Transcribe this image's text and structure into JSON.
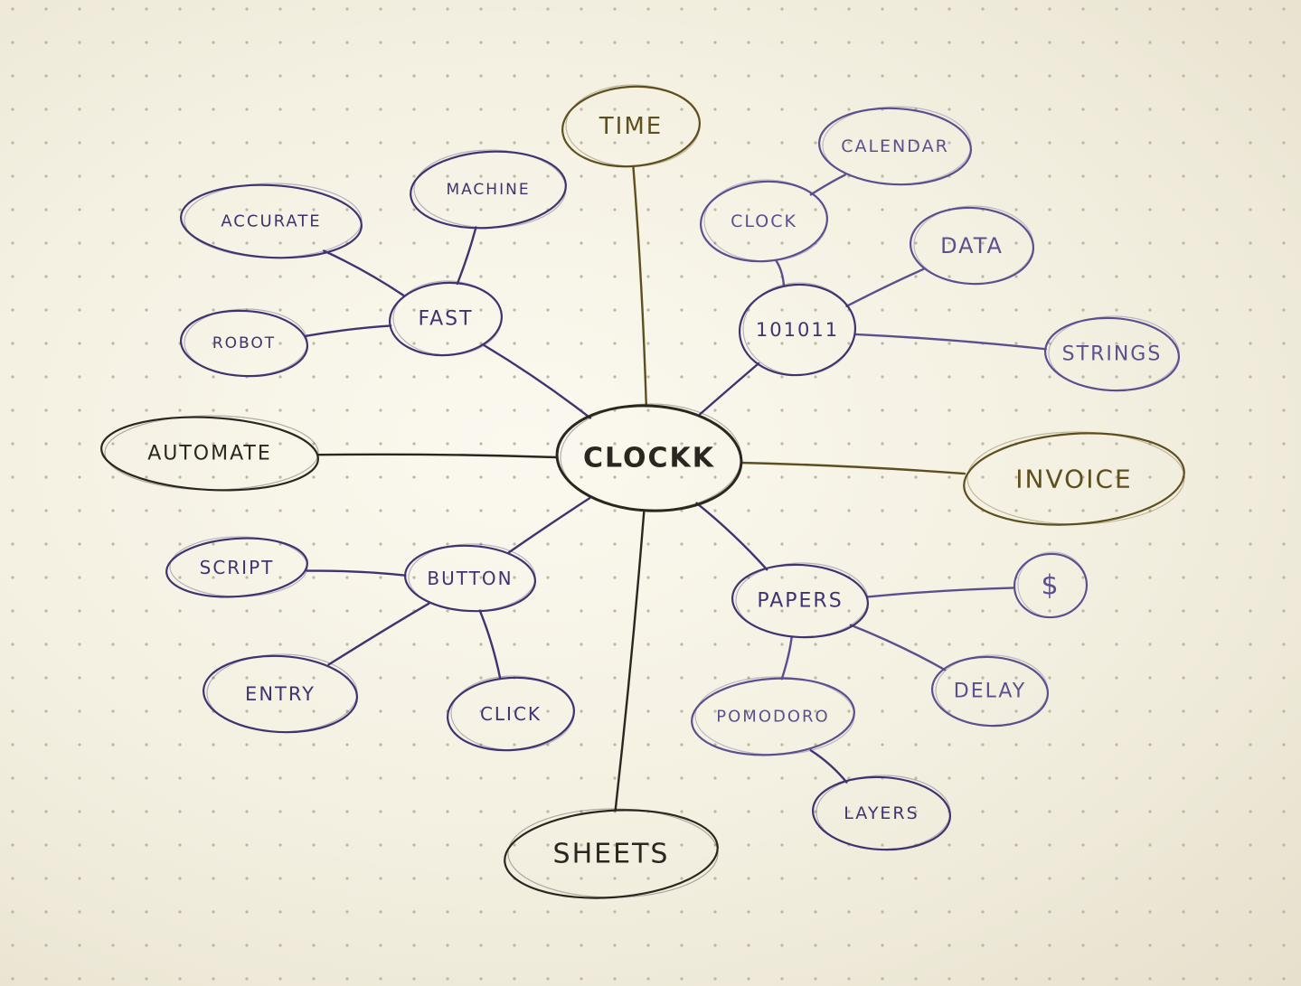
{
  "diagram": {
    "center": {
      "id": "clockk",
      "label": "CLOCKK"
    },
    "nodes": [
      {
        "id": "time",
        "label": "TIME"
      },
      {
        "id": "calendar",
        "label": "CALENDAR"
      },
      {
        "id": "clock",
        "label": "CLOCK"
      },
      {
        "id": "data",
        "label": "DATA"
      },
      {
        "id": "binary",
        "label": "101011"
      },
      {
        "id": "strings",
        "label": "STRINGS"
      },
      {
        "id": "invoice",
        "label": "INVOICE"
      },
      {
        "id": "papers",
        "label": "PAPERS"
      },
      {
        "id": "dollar",
        "label": "$"
      },
      {
        "id": "delay",
        "label": "DELAY"
      },
      {
        "id": "pomodoro",
        "label": "POMODORO"
      },
      {
        "id": "layers",
        "label": "LAYERS"
      },
      {
        "id": "sheets",
        "label": "SHEETS"
      },
      {
        "id": "button",
        "label": "BUTTON"
      },
      {
        "id": "script",
        "label": "SCRIPT"
      },
      {
        "id": "entry",
        "label": "ENTRY"
      },
      {
        "id": "click",
        "label": "CLICK"
      },
      {
        "id": "automate",
        "label": "AUTOMATE"
      },
      {
        "id": "fast",
        "label": "FAST"
      },
      {
        "id": "accurate",
        "label": "ACCURATE"
      },
      {
        "id": "machine",
        "label": "MACHINE"
      },
      {
        "id": "robot",
        "label": "ROBOT"
      }
    ],
    "edges": [
      [
        "clockk",
        "time"
      ],
      [
        "clockk",
        "binary"
      ],
      [
        "binary",
        "clock"
      ],
      [
        "clock",
        "calendar"
      ],
      [
        "binary",
        "data"
      ],
      [
        "binary",
        "strings"
      ],
      [
        "clockk",
        "invoice"
      ],
      [
        "clockk",
        "papers"
      ],
      [
        "papers",
        "dollar"
      ],
      [
        "papers",
        "delay"
      ],
      [
        "papers",
        "pomodoro"
      ],
      [
        "pomodoro",
        "layers"
      ],
      [
        "clockk",
        "sheets"
      ],
      [
        "clockk",
        "button"
      ],
      [
        "button",
        "script"
      ],
      [
        "button",
        "entry"
      ],
      [
        "button",
        "click"
      ],
      [
        "clockk",
        "automate"
      ],
      [
        "clockk",
        "fast"
      ],
      [
        "fast",
        "accurate"
      ],
      [
        "fast",
        "machine"
      ],
      [
        "fast",
        "robot"
      ]
    ]
  },
  "colors": {
    "ink_dark": "#2a2620",
    "ink_purple": "#3f3470",
    "ink_violet": "#5c4f8e",
    "ink_olive": "#5e4f1e",
    "paper": "#f5f2e6",
    "dot": "#bdb6a2"
  }
}
